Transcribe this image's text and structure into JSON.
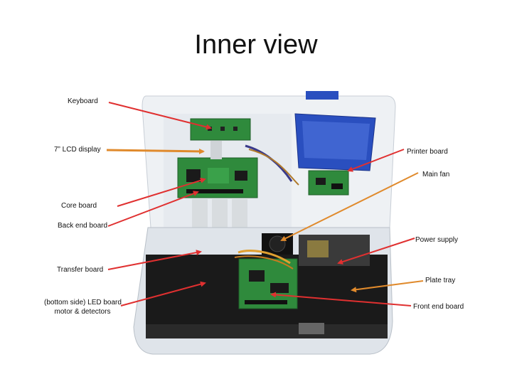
{
  "title": "Inner view",
  "labels": {
    "keyboard": "Keyboard",
    "lcd": "7” LCD display",
    "core": "Core board",
    "backend": "Back end board",
    "transfer": "Transfer board",
    "led_line1": "(bottom side) LED board",
    "led_line2": "motor & detectors",
    "printer": "Printer board",
    "fan": "Main fan",
    "power": "Power supply",
    "plate": "Plate tray",
    "frontend": "Front end board"
  },
  "colors": {
    "arrow_red": "#e03030",
    "arrow_orange": "#e08a2c",
    "case_white": "#eef1f4",
    "pcb_green": "#2f8a3c",
    "tray_black": "#1a1a1a",
    "cover_blue": "#2a4fbf"
  }
}
